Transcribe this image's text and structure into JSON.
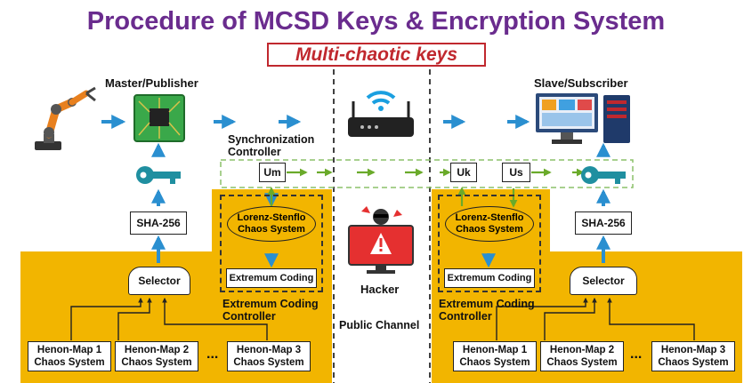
{
  "title": "Procedure of MCSD Keys & Encryption System",
  "subtitle": "Multi-chaotic keys",
  "master": {
    "label": "Master/Publisher",
    "sha": "SHA-256",
    "selector": "Selector",
    "henon1": "Henon-Map 1 Chaos System",
    "henon2": "Henon-Map 2 Chaos System",
    "henon3": "Henon-Map 3 Chaos System",
    "ellipsis": "...",
    "sync_label": "Synchronization Controller",
    "um": "Um",
    "lorenz": "Lorenz-Stenflo Chaos System",
    "extremum": "Extremum Coding",
    "extremum_ctrl": "Extremum Coding Controller"
  },
  "channel": {
    "hacker": "Hacker",
    "public": "Public Channel"
  },
  "slave": {
    "label": "Slave/Subscriber",
    "sha": "SHA-256",
    "selector": "Selector",
    "henon1": "Henon-Map 1 Chaos System",
    "henon2": "Henon-Map 2 Chaos System",
    "henon3": "Henon-Map 3 Chaos System",
    "ellipsis": "...",
    "uk": "Uk",
    "us": "Us",
    "lorenz": "Lorenz-Stenflo Chaos System",
    "extremum": "Extremum Coding",
    "extremum_ctrl": "Extremum Coding Controller"
  },
  "colors": {
    "title": "#6a2c8e",
    "subtitle": "#c0282e",
    "panel": "#f2b500",
    "flow_arrow": "#2a8fd0",
    "sync_arrow": "#6aaa2a"
  },
  "icons": [
    "robot-arm-icon",
    "circuit-board-icon",
    "key-icon",
    "wifi-router-icon",
    "hacker-icon",
    "computer-icon"
  ]
}
